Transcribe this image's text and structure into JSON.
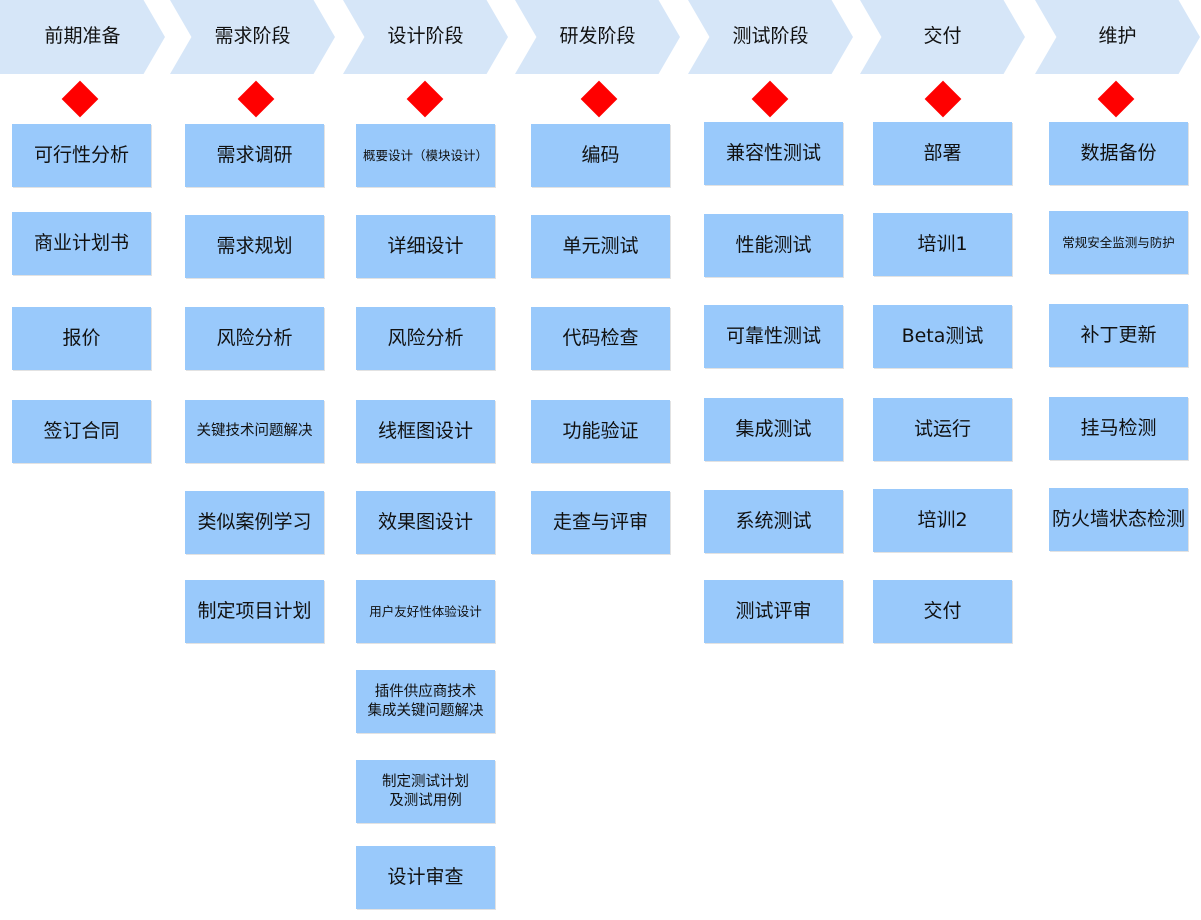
{
  "stages": [
    {
      "title": "前期准备",
      "tasks": [
        "可行性分析",
        "商业计划书",
        "报价",
        "签订合同"
      ]
    },
    {
      "title": "需求阶段",
      "tasks": [
        "需求调研",
        "需求规划",
        "风险分析",
        "关键技术问题解决",
        "类似案例学习",
        "制定项目计划"
      ]
    },
    {
      "title": "设计阶段",
      "tasks": [
        "概要设计（模块设计）",
        "详细设计",
        "风险分析",
        "线框图设计",
        "效果图设计",
        "用户友好性体验设计",
        "插件供应商技术\n集成关键问题解决",
        "制定测试计划\n及测试用例",
        "设计审查"
      ]
    },
    {
      "title": "研发阶段",
      "tasks": [
        "编码",
        "单元测试",
        "代码检查",
        "功能验证",
        "走查与评审"
      ]
    },
    {
      "title": "测试阶段",
      "tasks": [
        "兼容性测试",
        "性能测试",
        "可靠性测试",
        "集成测试",
        "系统测试",
        "测试评审"
      ]
    },
    {
      "title": "交付",
      "tasks": [
        "部署",
        "培训1",
        "Beta测试",
        "试运行",
        "培训2",
        "交付"
      ]
    },
    {
      "title": "维护",
      "tasks": [
        "数据备份",
        "常规安全监测与防护",
        "补丁更新",
        "挂马检测",
        "防火墙状态检测"
      ]
    }
  ],
  "colors": {
    "chevron": "#d6e6f8",
    "task_box": "#99c9fb",
    "milestone": "#ff0000"
  }
}
